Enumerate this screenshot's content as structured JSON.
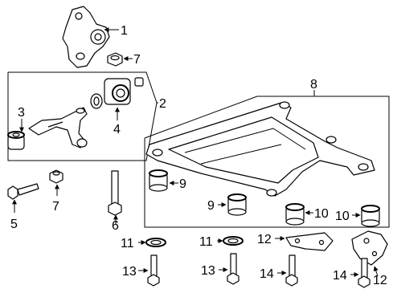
{
  "callouts": {
    "c1": "1",
    "c2": "2",
    "c3": "3",
    "c4": "4",
    "c5": "5",
    "c6": "6",
    "c7a": "7",
    "c7b": "7",
    "c8": "8",
    "c9a": "9",
    "c9b": "9",
    "c10a": "10",
    "c10b": "10",
    "c11a": "11",
    "c11b": "11",
    "c12a": "12",
    "c12b": "12",
    "c13a": "13",
    "c13b": "13",
    "c14a": "14",
    "c14b": "14"
  }
}
